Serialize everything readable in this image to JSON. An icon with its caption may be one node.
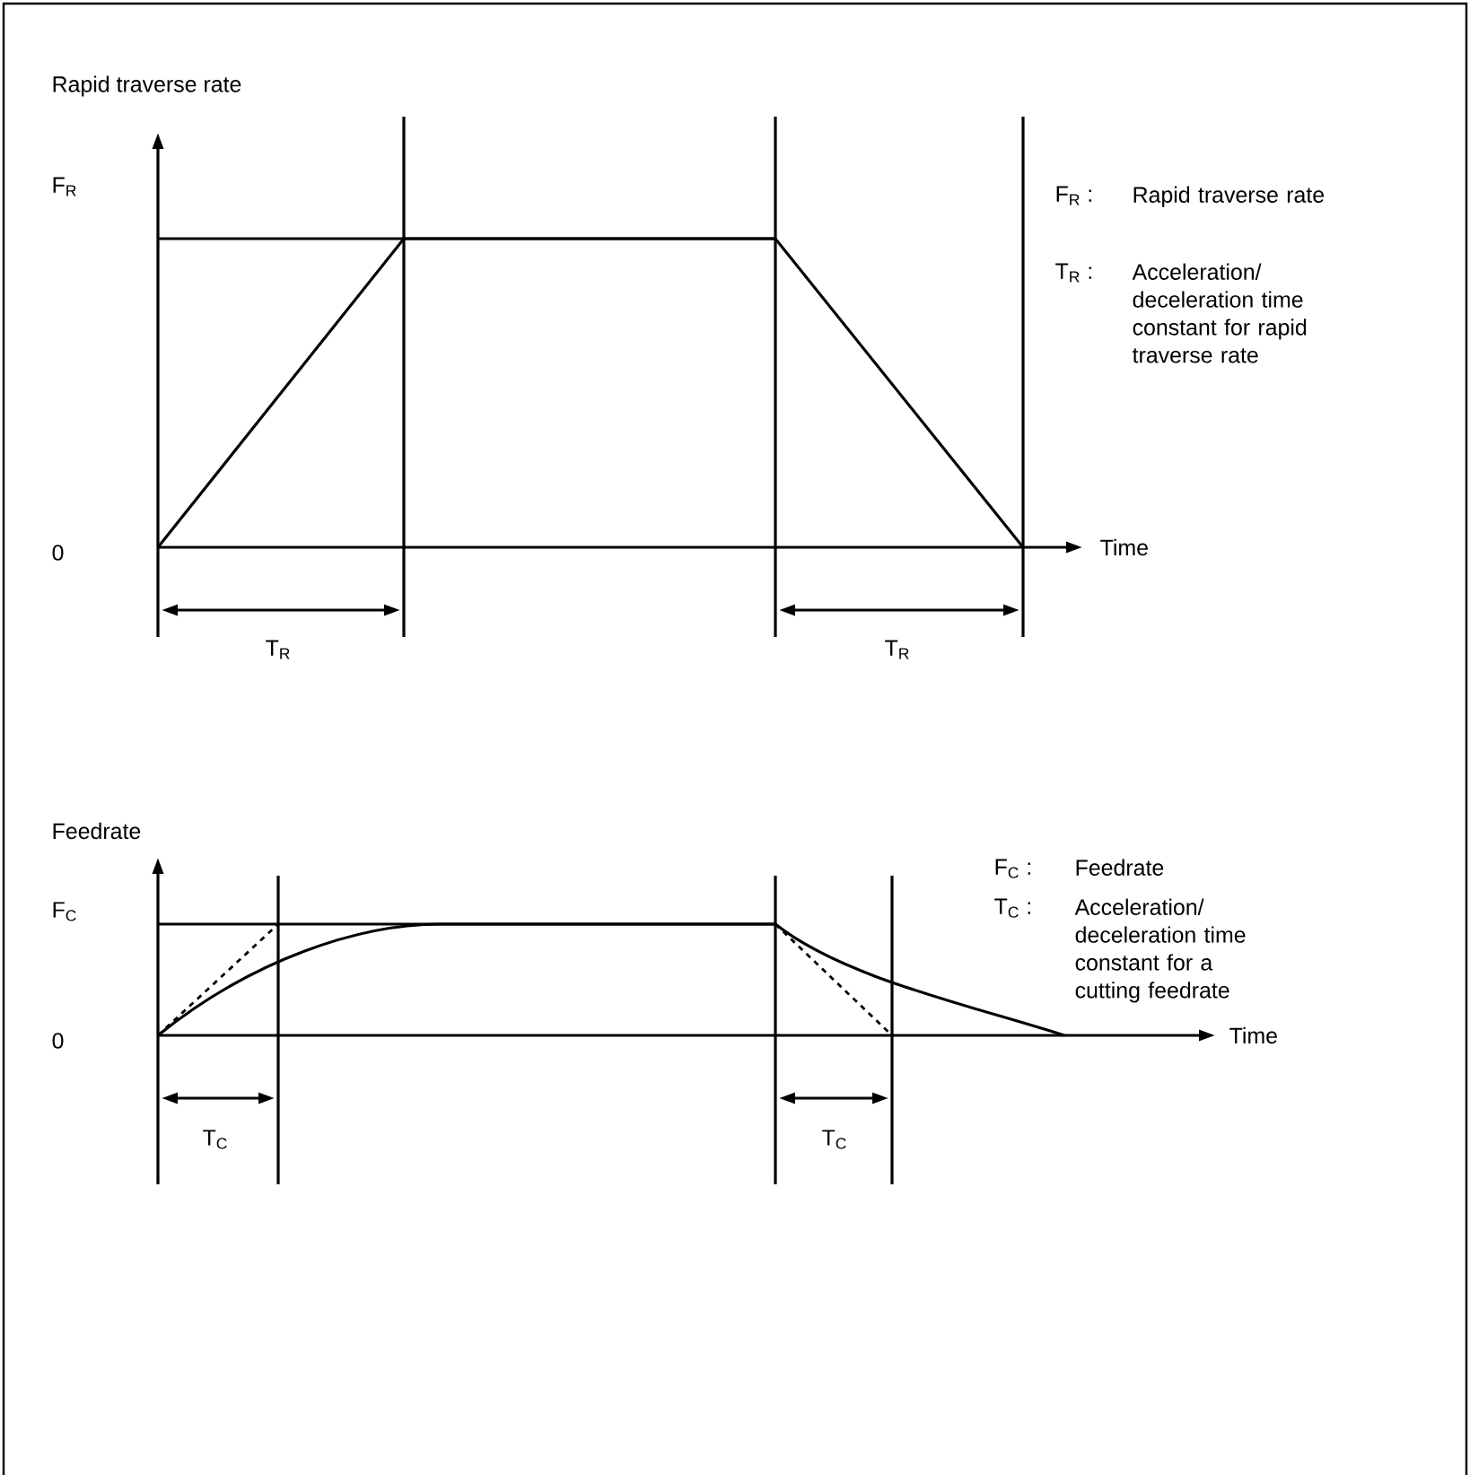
{
  "diagram": {
    "labels": [
      "Rapid traverse rate",
      "F$_{R}$",
      "0",
      "Time",
      "T$_{R}$",
      "T$_{R}$",
      "F$_{R}$ :",
      "Rapid traverse rate",
      "T$_{R}$ :",
      "Acceleration/ deceleration time constant for rapid traverse rate",
      "Feedrate",
      "F$_{C}$",
      "0",
      "Time",
      "T$_{C}$",
      "T$_{C}$",
      "F$_{C}$ :",
      "Feedrate",
      "T$_{C}$ :",
      "Acceleration/ deceleration time constant for a cutting feedrate"
    ]
  }
}
